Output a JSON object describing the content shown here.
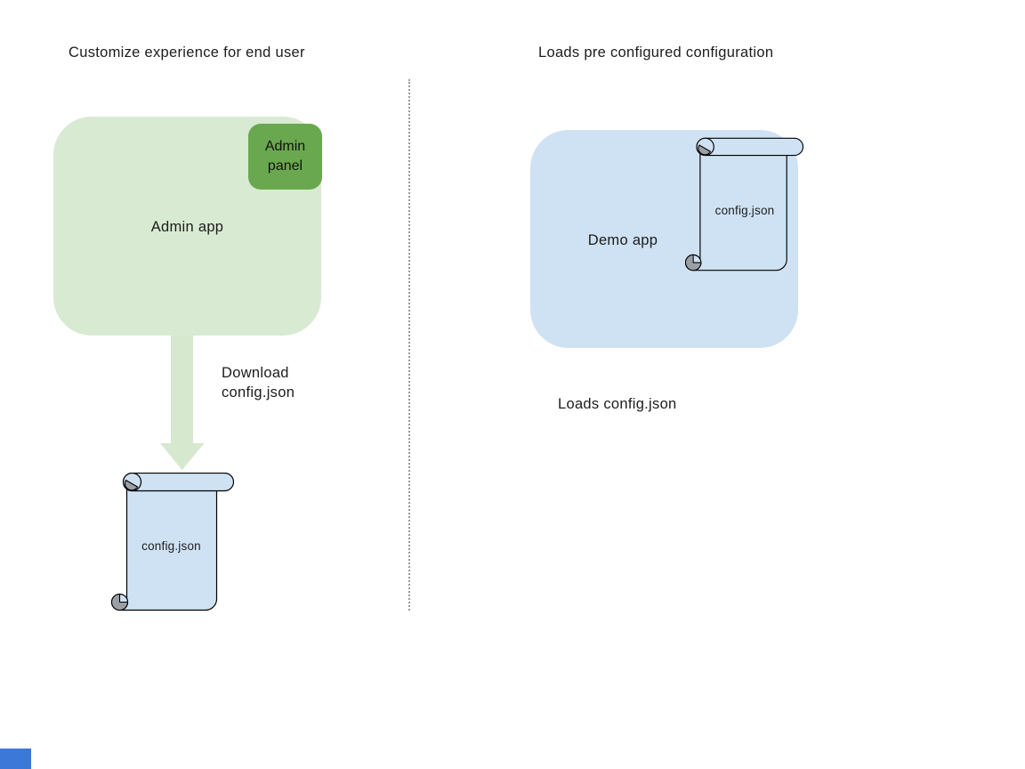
{
  "left": {
    "title": "Customize experience for end user",
    "admin_app_label": "Admin app",
    "admin_panel_label": "Admin panel",
    "arrow_caption": "Download config.json",
    "file_label": "config.json"
  },
  "right": {
    "title": "Loads pre configured configuration",
    "demo_app_label": "Demo app",
    "file_label": "config.json",
    "caption": "Loads config.json"
  },
  "colors": {
    "background": "#ffffff",
    "admin_app_fill": "#d9ead3",
    "admin_panel_fill": "#6aa84f",
    "demo_app_fill": "#cfe2f3",
    "scroll_fill": "#cfe2f3",
    "scroll_stroke": "#000000",
    "scroll_curl_gray": "#9aa0a6",
    "arrow_fill": "#d6e8ce",
    "divider_gray": "#9a9a9a",
    "text": "#1c1c1c",
    "corner_chip_blue": "#3c78d8"
  }
}
